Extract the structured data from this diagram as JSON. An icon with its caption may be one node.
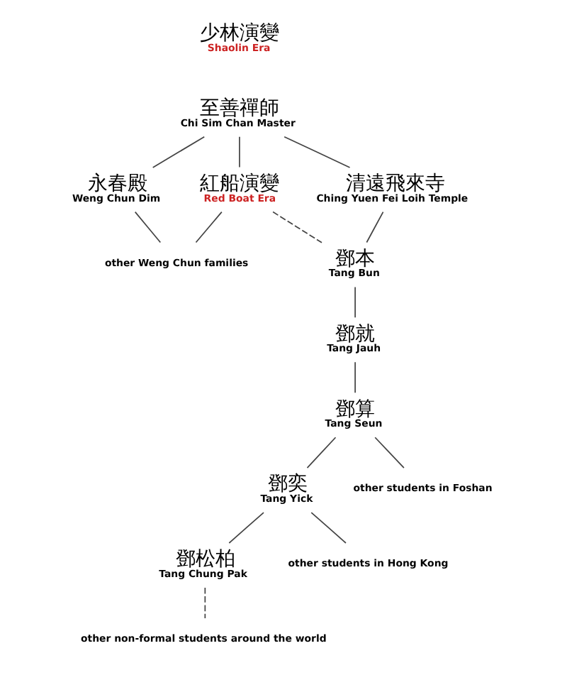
{
  "diagram": {
    "nodes": [
      {
        "text": [
          "至善禪師",
          "Chi Sim Chan Master"
        ]
      },
      {
        "text": [
          "永春殿",
          "Weng Chun Dim"
        ]
      },
      {
        "text": [
          "紅船演變",
          "Red Boat Era"
        ]
      },
      {
        "text": [
          "清遠飛來寺",
          "Ching Yuen Fei Loih Temple"
        ]
      },
      {
        "text": [
          "鄧本",
          "Tang Bun"
        ]
      },
      {
        "text": [
          "鄧就",
          "Tang Jauh"
        ]
      },
      {
        "text": [
          "鄧算",
          "Tang Seun"
        ]
      },
      {
        "text": [
          "鄧奕",
          "Tang Yick"
        ]
      },
      {
        "text": [
          "鄧松柏",
          "Tang Chung Pak"
        ]
      },
      {
        "text": [
          "other Weng Chun families"
        ]
      },
      {
        "text": [
          "other students in Foshan"
        ]
      },
      {
        "text": [
          "other students in Hong Kong"
        ]
      },
      {
        "text": [
          "other non-formal students around the world"
        ]
      }
    ],
    "edges": [
      {
        "from": 0,
        "to": 1,
        "arrow": "none"
      },
      {
        "from": 0,
        "to": 2,
        "arrow": "none"
      },
      {
        "from": 0,
        "to": 3,
        "arrow": "none"
      },
      {
        "from": 1,
        "to": 9,
        "arrow": "none"
      },
      {
        "from": 2,
        "to": 9,
        "arrow": "none"
      },
      {
        "from": 2,
        "to": 4,
        "arrow": "none",
        "style": "dashed"
      },
      {
        "from": 3,
        "to": 4,
        "arrow": "none"
      },
      {
        "from": 4,
        "to": 5,
        "arrow": "none"
      },
      {
        "from": 5,
        "to": 6,
        "arrow": "none"
      },
      {
        "from": 6,
        "to": 10,
        "arrow": "none"
      },
      {
        "from": 6,
        "to": 7,
        "arrow": "none"
      },
      {
        "from": 7,
        "to": 11,
        "arrow": "none"
      },
      {
        "from": 7,
        "to": 8,
        "arrow": "none"
      },
      {
        "from": 8,
        "to": 12,
        "arrow": "none",
        "style": "dashed"
      }
    ],
    "labels": [
      "少林演變",
      "Shaolin Era"
    ]
  }
}
